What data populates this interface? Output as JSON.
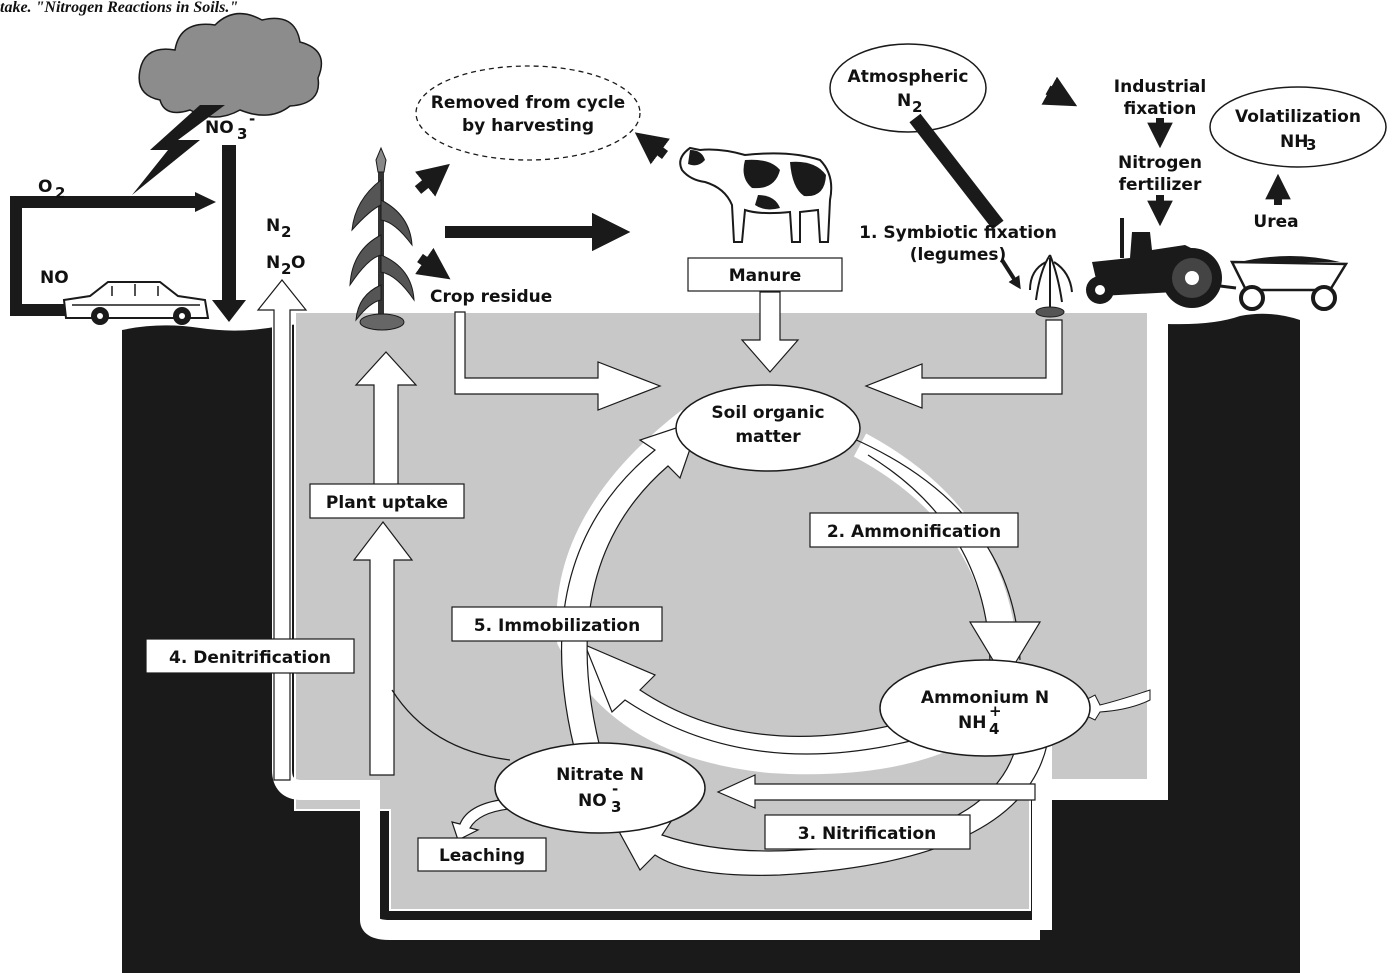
{
  "caption": "take. \"Nitrogen Reactions in Soils.\"",
  "labels": {
    "removed": [
      "Removed from cycle",
      "by harvesting"
    ],
    "atmospheric": [
      "Atmospheric",
      "N"
    ],
    "atmospheric_sub": "2",
    "industrial": [
      "Industrial",
      "fixation"
    ],
    "nitrogen_fertilizer": [
      "Nitrogen",
      "fertilizer"
    ],
    "volatilization": "Volatilization",
    "nh3": "NH",
    "nh3_sub": "3",
    "urea": "Urea",
    "o2": "O",
    "o2_sub": "2",
    "no": "NO",
    "no3_cloud": "NO",
    "no3_cloud_sub": "3",
    "no3_cloud_sup": "-",
    "n2": "N",
    "n2_sub": "2",
    "n2o_a": "N",
    "n2o_sub": "2",
    "n2o_b": "O",
    "crop_residue": "Crop residue",
    "manure": "Manure",
    "symbiotic": [
      "1. Symbiotic fixation",
      "(legumes)"
    ],
    "soil_organic": [
      "Soil organic",
      "matter"
    ],
    "ammonification": "2. Ammonification",
    "plant_uptake": "Plant uptake",
    "immobilization": "5. Immobilization",
    "denitrification": "4. Denitrification",
    "ammonium": "Ammonium N",
    "nh4": "NH",
    "nh4_sub": "4",
    "nh4_sup": "+",
    "nitrate": "Nitrate N",
    "no3": "NO",
    "no3_sub": "3",
    "no3_sup": "-",
    "nitrification": "3. Nitrification",
    "leaching": "Leaching"
  },
  "colors": {
    "soil": "#1a1a1a",
    "soil_inner": "#c8c8c8",
    "cloud": "#8c8c8c",
    "arrow": "#1a1a1a",
    "flow": "#ffffff"
  },
  "icons": [
    "cloud-icon",
    "lightning-icon",
    "car-icon",
    "corn-plant-icon",
    "cow-icon",
    "legume-plant-icon",
    "tractor-icon",
    "wagon-icon"
  ]
}
